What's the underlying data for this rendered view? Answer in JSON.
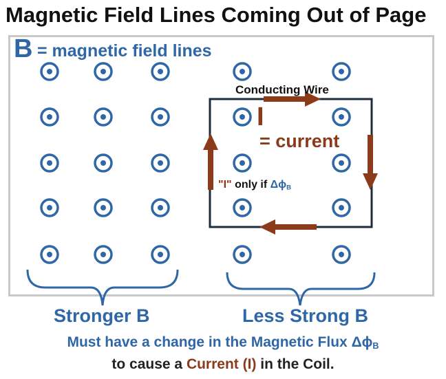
{
  "title": "Magnetic Field Lines Coming Out of Page",
  "legend": {
    "symbol": "B",
    "definition": "= magnetic field lines"
  },
  "groups": {
    "left_label": "Stronger B",
    "right_label": "Less Strong B"
  },
  "wire": {
    "label": "Conducting Wire",
    "current_symbol": "I",
    "current_text": "= current",
    "condition_quote": "\"I\"",
    "condition_text": " only if ",
    "condition_delta": "Δϕ",
    "condition_sub": "B"
  },
  "footer": {
    "line1_text": "Must have a change in the Magnetic Flux Δϕ",
    "line1_sub": "B",
    "line2_pre": "to cause a ",
    "line2_highlight": "Current (I)",
    "line2_post": " in the Coil."
  },
  "colors": {
    "field_symbol": "#2f67a6",
    "current_arrow": "#8b3a1a",
    "wire": "#1e2d3d",
    "frame": "#c8c8c8"
  },
  "field_symbol_icon": "dot-in-circle (out of page)",
  "field_grid": {
    "left_columns": 3,
    "left_rows": 5,
    "right_columns": 2,
    "right_rows": 5
  }
}
